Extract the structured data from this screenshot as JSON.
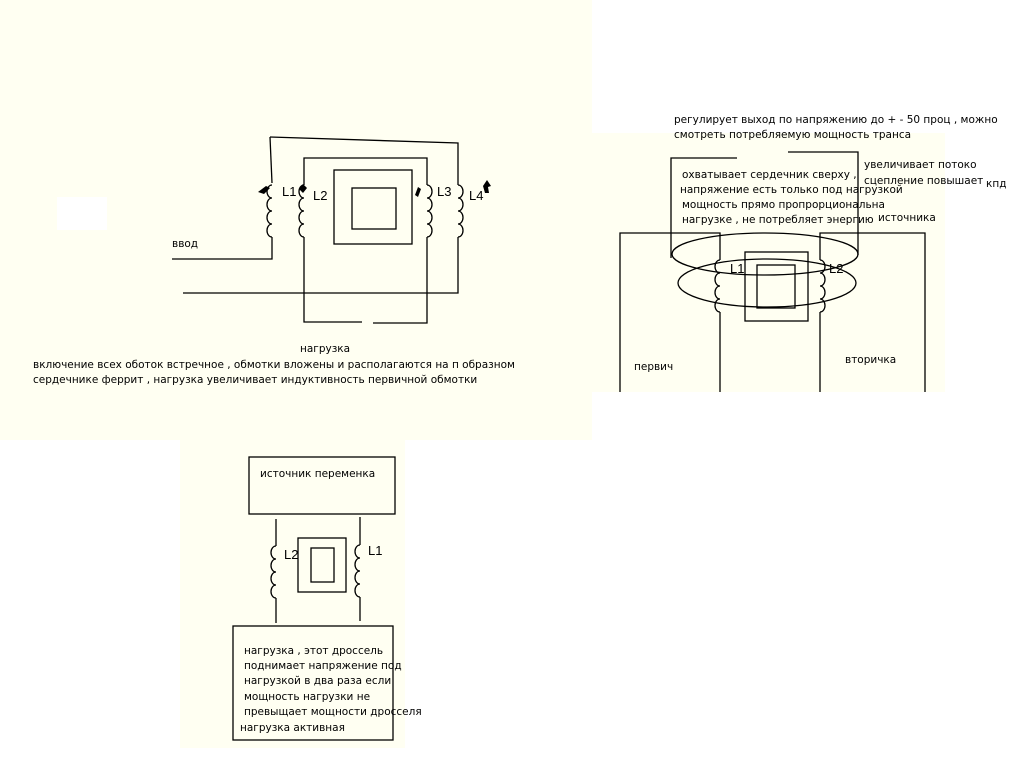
{
  "diagram1": {
    "coil_labels": [
      "L1",
      "L2",
      "L3",
      "L4"
    ],
    "input_label": "ввод",
    "load_label": "нагрузка",
    "description": [
      "включение всех оботок встречное , обмотки вложены и располагаются на п образном",
      "сердечнике феррит , нагрузка увеличивает индуктивность первичной обмотки"
    ]
  },
  "diagram2": {
    "top_note": [
      "регулирует выход по напряжению до + - 50 проц , можно",
      "смотреть потребляемую мощность транса"
    ],
    "loop_note": [
      "охватывает сердечник сверху ,",
      " напряжение есть только под нагрузкой",
      "мощность прямо пропрорциональна",
      "нагрузке , не потребляет энергию"
    ],
    "flux_note": [
      "увеличивает потоко",
      "сцепление повышает"
    ],
    "kpd": "кпд",
    "source_word": "источника",
    "coil_labels": [
      "L1",
      "L2"
    ],
    "primary_label": "первич",
    "secondary_label": "вторичка"
  },
  "diagram3": {
    "source_label": "источник переменка",
    "coil_labels": [
      "L2",
      "L1"
    ],
    "load_note": [
      "нагрузка , этот дроссель",
      "поднимает напряжение под",
      "нагрузкой в два раза если",
      "мощность нагрузки не",
      "превыщает мощности дросселя"
    ],
    "load_type": "нагрузка активная"
  }
}
